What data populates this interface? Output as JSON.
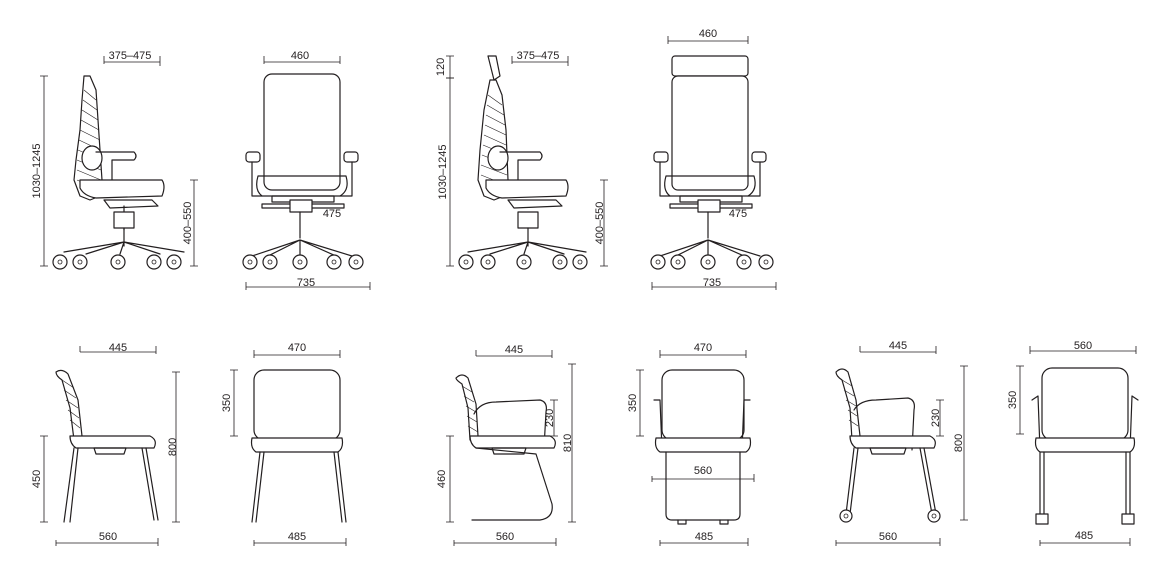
{
  "colors": {
    "ink": "#231f20",
    "background": "#ffffff"
  },
  "top_row": {
    "chair_1_side": {
      "width": "375–475",
      "height": "1030–1245",
      "seat_height": "400–550"
    },
    "chair_1_front": {
      "width": "460",
      "seat_depth": "475",
      "base": "735"
    },
    "chair_2_side": {
      "headrest": "120",
      "width": "375–475",
      "height": "1030–1245",
      "seat_height": "400–550"
    },
    "chair_2_front": {
      "width": "460",
      "seat_depth": "475",
      "base": "735"
    }
  },
  "bottom_row": {
    "chair_3_side": {
      "top": "445",
      "seat_height": "450",
      "height": "800",
      "base": "560"
    },
    "chair_3_front": {
      "top": "470",
      "back": "350",
      "base": "485"
    },
    "chair_4_side": {
      "top": "445",
      "seat_height": "460",
      "arm": "230",
      "height": "810",
      "base": "560"
    },
    "chair_4_front": {
      "top": "470",
      "back": "350",
      "inner": "560",
      "base": "485"
    },
    "chair_5_side": {
      "top": "445",
      "arm": "230",
      "height": "800",
      "base": "560"
    },
    "chair_5_front": {
      "top": "560",
      "back": "350",
      "base": "485"
    }
  }
}
